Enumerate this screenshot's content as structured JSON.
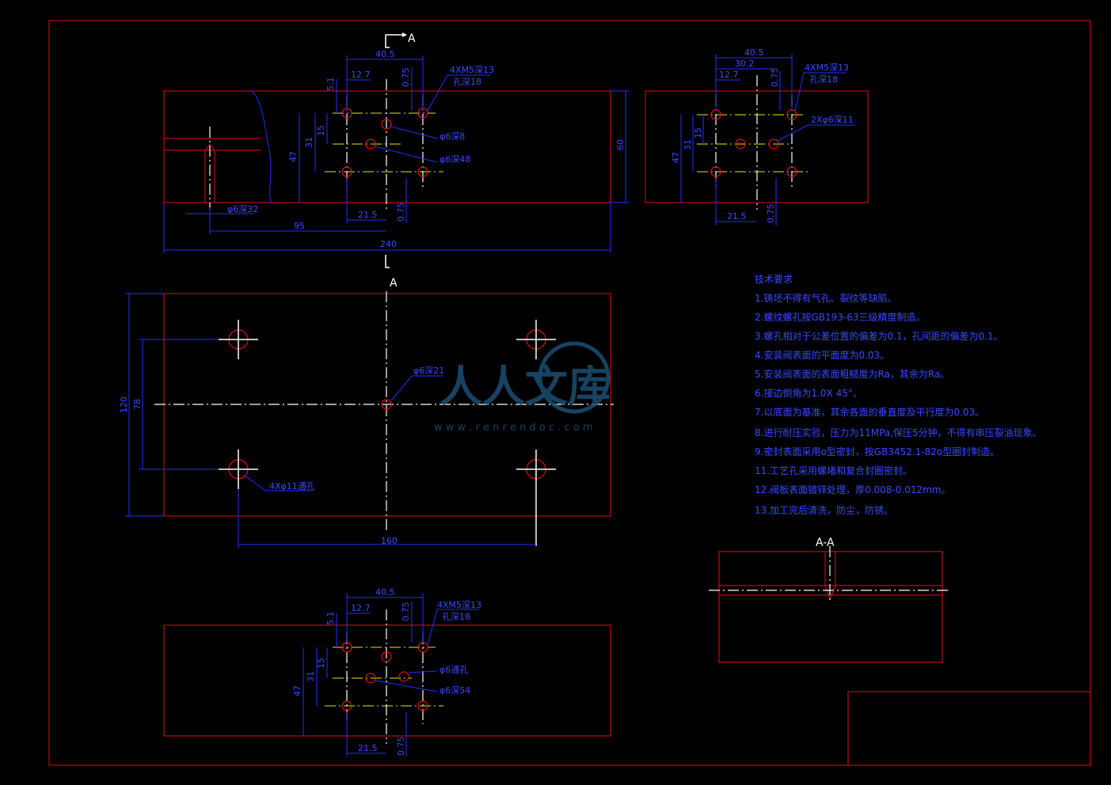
{
  "section_markers": {
    "cut": "A",
    "section_title": "A-A"
  },
  "top_view": {
    "dims": {
      "w40_5": "40.5",
      "d12_7": "12.7",
      "d0_75": "0.75",
      "d5_1": "5.1",
      "d15": "15",
      "d31": "31",
      "d47": "47",
      "d60": "60",
      "d21_5": "21.5",
      "d0_75b": "0.75",
      "d95": "95",
      "d240": "240"
    },
    "callouts": {
      "thread": "4XM5深13",
      "hole_depth": "孔深18",
      "p6_8": "φ6深8",
      "p6_48": "φ6深48",
      "p6_32": "φ6深32"
    }
  },
  "right_view": {
    "dims": {
      "w40_5": "40.5",
      "d30_2": "30.2",
      "d12_7": "12.7",
      "d0_75": "0.75",
      "d15": "15",
      "d31": "31",
      "d47": "47",
      "d21_5": "21.5",
      "d0_75b": "0.75"
    },
    "callouts": {
      "thread": "4XM5深13",
      "hole_depth": "孔深18",
      "p6_11": "2Xφ6深11"
    }
  },
  "front_view": {
    "dims": {
      "d120": "120",
      "d78": "78",
      "d160": "160"
    },
    "callouts": {
      "center": "φ6深21",
      "holes": "4Xφ11通孔"
    }
  },
  "bottom_view": {
    "dims": {
      "w40_5": "40.5",
      "d12_7": "12.7",
      "d0_75": "0.75",
      "d5_1": "5.1",
      "d15": "15",
      "d31": "31",
      "d47": "47",
      "d21_5": "21.5",
      "d0_75b": "0.75"
    },
    "callouts": {
      "thread": "4XM5深13",
      "hole_depth": "孔深18",
      "p6_thru": "φ6通孔",
      "p6_54": "φ6深54"
    }
  },
  "notes": {
    "title": "技术要求",
    "items": [
      "1.铸坯不得有气孔、裂纹等缺陷。",
      "2.螺纹螺孔按GB193-63三级精度制造。",
      "3.螺孔相对于公差位置的偏差为0.1，孔间距的偏差为0.1。",
      "4.安装阀表面的平面度为0.03。",
      "5.安装阀表面的表面粗糙度为Ra，其余为Ra。",
      "6.接边倒角为1.0X 45°。",
      "7.以底面为基准，其余各面的垂直度及平行度为0.03。",
      "8.进行耐压实验，压力为11MPa,保压5分钟，不得有串压裂油现象。",
      "9.密封表面采用o型密封，按GB3452.1-82o型圈封制造。",
      "11.工艺孔采用螺堵和复合封圈密封。",
      "12.阀板表面镀锌处理，厚0.008-0.012mm。",
      "13.加工完后清洗，防尘，防锈。"
    ]
  },
  "watermark": {
    "brand": "人人文库",
    "url": "w w w . r e n r e n d o c . c o m"
  }
}
